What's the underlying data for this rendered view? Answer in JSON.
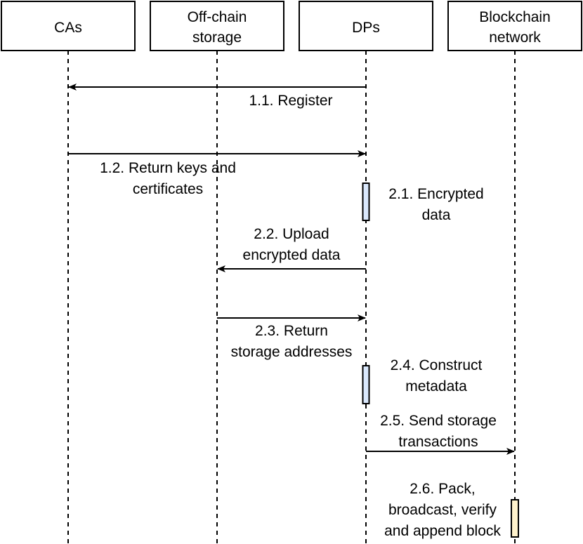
{
  "participants": [
    {
      "id": "cas",
      "lines": [
        "CAs"
      ],
      "muted": false
    },
    {
      "id": "offchain",
      "lines": [
        "Off-chain",
        "storage"
      ],
      "muted": true
    },
    {
      "id": "dps",
      "lines": [
        "DPs"
      ],
      "muted": false
    },
    {
      "id": "blockchain",
      "lines": [
        "Blockchain",
        "network"
      ],
      "muted": false
    }
  ],
  "messages": [
    {
      "id": "m11",
      "from": "dps",
      "to": "cas",
      "lines": [
        "1.1. Register"
      ]
    },
    {
      "id": "m12",
      "from": "cas",
      "to": "dps",
      "lines": [
        "1.2. Return keys and",
        "certificates"
      ]
    },
    {
      "id": "m22",
      "from": "dps",
      "to": "offchain",
      "lines": [
        "2.2. Upload",
        "encrypted data"
      ]
    },
    {
      "id": "m23",
      "from": "offchain",
      "to": "dps",
      "lines": [
        "2.3. Return",
        "storage addresses"
      ]
    },
    {
      "id": "m25",
      "from": "dps",
      "to": "blockchain",
      "lines": [
        "2.5. Send storage",
        "transactions"
      ]
    }
  ],
  "activations": [
    {
      "id": "a21",
      "on": "dps",
      "lines": [
        "2.1. Encrypted",
        "data"
      ],
      "color": "#dae8fc"
    },
    {
      "id": "a24",
      "on": "dps",
      "lines": [
        "2.4. Construct",
        "metadata"
      ],
      "color": "#dae8fc"
    },
    {
      "id": "a26",
      "on": "blockchain",
      "lines": [
        "2.6. Pack,",
        "broadcast, verify",
        "and append block"
      ],
      "color": "#fff2cc"
    }
  ]
}
